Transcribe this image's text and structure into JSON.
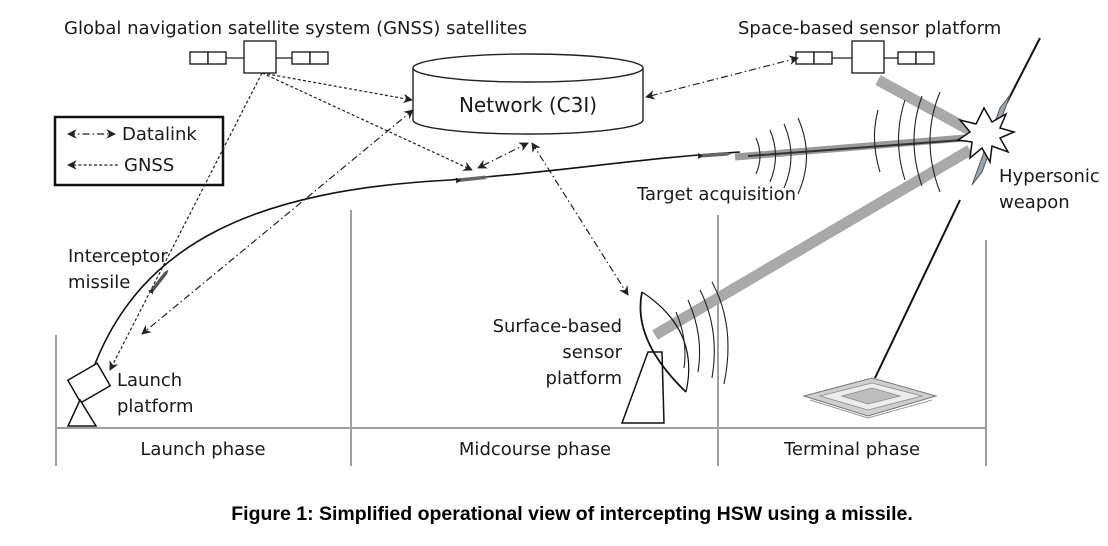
{
  "labels": {
    "gnss_satellites": "Global navigation satellite system (GNSS) satellites",
    "space_sensor": "Space-based sensor platform",
    "network": "Network (C3I)",
    "target_acquisition": "Target acquisition",
    "hypersonic_line1": "Hypersonic",
    "hypersonic_line2": "weapon",
    "interceptor_line1": "Interceptor",
    "interceptor_line2": "missile",
    "launch_line1": "Launch",
    "launch_line2": "platform",
    "surface_line1": "Surface-based",
    "surface_line2": "sensor",
    "surface_line3": "platform"
  },
  "legend": {
    "datalink": "Datalink",
    "gnss": "GNSS"
  },
  "phases": {
    "launch": "Launch phase",
    "midcourse": "Midcourse phase",
    "terminal": "Terminal phase"
  },
  "caption": "Figure 1: Simplified operational view of intercepting HSW using a missile."
}
